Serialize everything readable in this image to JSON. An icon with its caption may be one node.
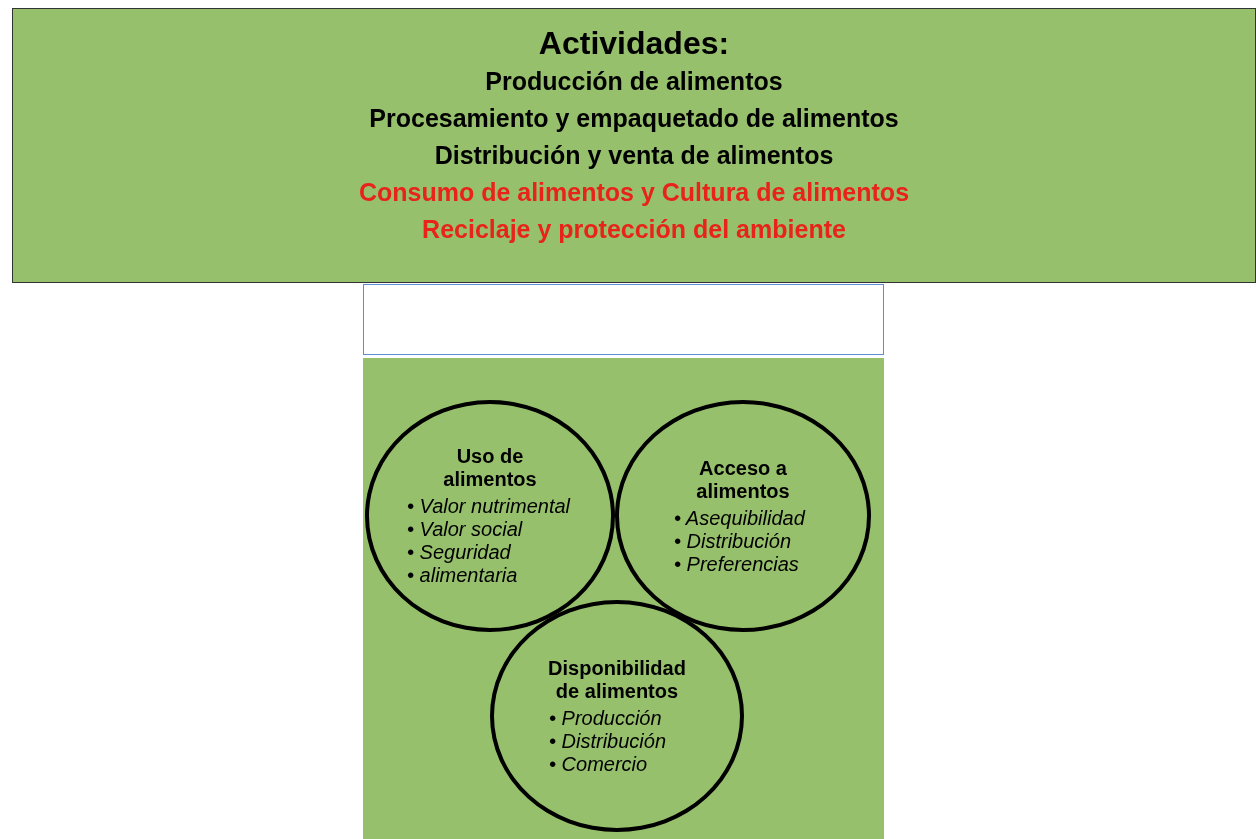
{
  "diagram": {
    "nodes": [
      {
        "text": [
          "Actividades:",
          "Producción de alimentos",
          "Procesamiento y empaquetado de alimentos",
          "Distribución y venta de alimentos",
          "Consumo de alimentos y Cultura de alimentos",
          "Reciclaje y protección del ambiente"
        ]
      },
      {
        "text": [],
        "shape": "box"
      },
      {
        "text": [],
        "shape": "box"
      },
      {
        "text": [
          "Uso de alimentos",
          "• Valor nutrimental",
          "• Valor social",
          "• Seguridad",
          "• alimentaria"
        ],
        "in": 2
      },
      {
        "text": [
          "Acceso a alimentos",
          "• Asequibilidad",
          "• Distribución",
          "• Preferencias"
        ],
        "in": 2
      },
      {
        "text": [
          "Disponibilidad de alimentos",
          "• Producción",
          "• Distribución",
          "• Comercio"
        ],
        "in": 2
      }
    ],
    "edges": []
  }
}
